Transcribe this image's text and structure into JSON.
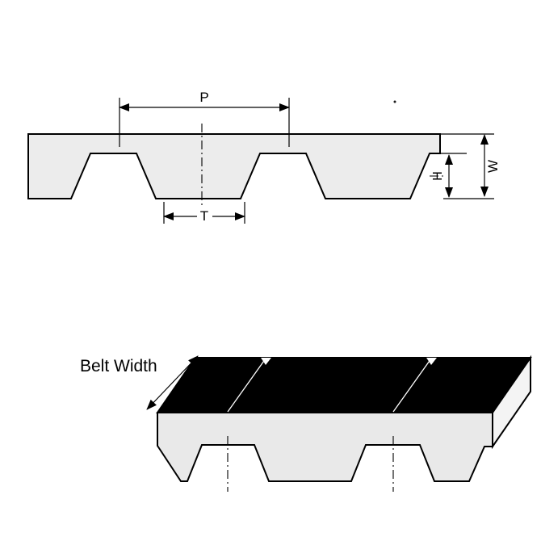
{
  "page": {
    "background": "#ffffff"
  },
  "profile_view": {
    "dimensions": {
      "pitch_label": "P",
      "tooth_width_label": "T",
      "tooth_height_label": "H",
      "belt_thickness_label": "W"
    }
  },
  "perspective_view": {
    "belt_width_label": "Belt Width"
  },
  "colors": {
    "outline": "#000000",
    "belt_fill": "#ececec",
    "belt_fill_3d": "#e9e9e9",
    "top_face": "#000000",
    "end_face": "#f4f4f4",
    "tick_line": "#ffffff"
  }
}
